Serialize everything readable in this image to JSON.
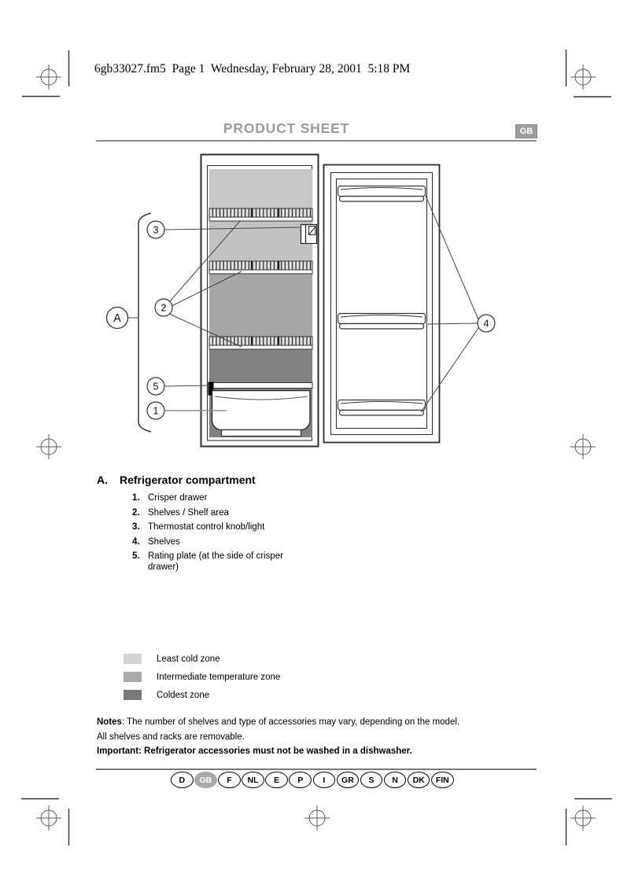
{
  "header": {
    "imprint": "6gb33027.fm5  Page 1  Wednesday, February 28, 2001  5:18 PM"
  },
  "title_bar": {
    "title": "PRODUCT SHEET",
    "language_badge": "GB"
  },
  "diagram": {
    "callouts": {
      "compartment": "A",
      "crisper": "1",
      "shelves": "2",
      "thermostat": "3",
      "door_shelves": "4",
      "rating_plate": "5"
    },
    "zone_colors": {
      "least_cold": "#c7c7c7",
      "least_cold_2": "#c2c2c2",
      "intermediate": "#a6a6a6",
      "coldest": "#828282"
    }
  },
  "section": {
    "letter": "A.",
    "title": "Refrigerator compartment",
    "items": [
      {
        "num": "1.",
        "text": "Crisper drawer"
      },
      {
        "num": "2.",
        "text": "Shelves / Shelf area"
      },
      {
        "num": "3.",
        "text": "Thermostat control knob/light"
      },
      {
        "num": "4.",
        "text": "Shelves"
      },
      {
        "num": "5.",
        "text": "Rating plate (at the side of crisper drawer)"
      }
    ]
  },
  "legend": {
    "items": [
      {
        "label": "Least cold zone",
        "color": "#d3d3d3"
      },
      {
        "label": "Intermediate temperature zone",
        "color": "#a9a9a9"
      },
      {
        "label": "Coldest zone",
        "color": "#7a7a7a"
      }
    ]
  },
  "notes": {
    "label": "Notes",
    "text": ": The number of shelves and type of accessories may vary, depending on the model.",
    "line2": "All shelves and racks are removable.",
    "important": "Important: Refrigerator accessories must not be washed in a dishwasher."
  },
  "languages": {
    "active": "GB",
    "items": [
      "D",
      "GB",
      "F",
      "NL",
      "E",
      "P",
      "I",
      "GR",
      "S",
      "N",
      "DK",
      "FIN"
    ]
  }
}
